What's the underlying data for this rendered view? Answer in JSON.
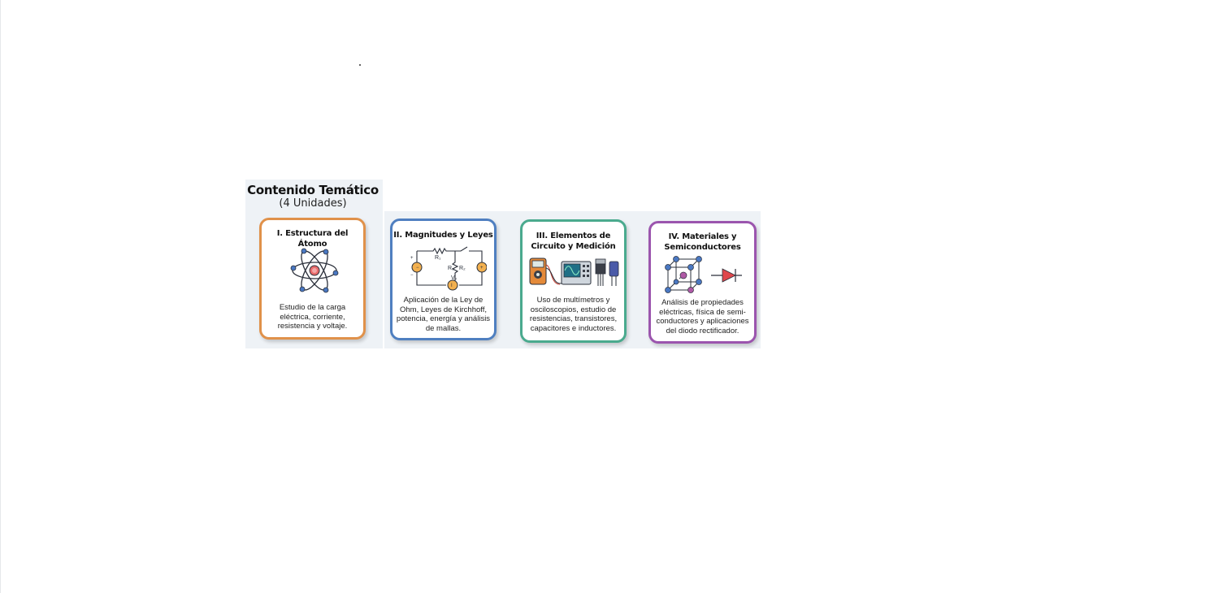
{
  "header": {
    "title": "Contenido Temático",
    "subtitle": "(4 Unidades)"
  },
  "units": [
    {
      "title": "I. Estructura del Átomo",
      "description": "Estudio de la carga eléctrica, corriente, resistencia y voltaje.",
      "icon": "atom-icon",
      "color": "#e0914a"
    },
    {
      "title": "II. Magnitudes y Leyes",
      "description": "Aplicación de la Ley de Ohm, Leyes de Kirchhoff, potencia, energía y análisis de mallas.",
      "icon": "circuit-diagram-icon",
      "color": "#4f7fc0",
      "labels": {
        "r1": "R₁",
        "r2": "R₂",
        "r3": "R₃",
        "v2": "V₂"
      }
    },
    {
      "title": "III. Elementos de Circuito y Medición",
      "description": "Uso de multímetros y osciloscopios, estudio de resistencias, transistores, capacitores e inductores.",
      "icon": "measurement-instruments-icon",
      "color": "#4aaa8e"
    },
    {
      "title": "IV. Materiales y Semiconductores",
      "description": "Análisis de propiedades eléctricas, física de semi-conductores y aplicaciones del diodo rectificador.",
      "icon": "crystal-lattice-diode-icon",
      "color": "#9b55ae"
    }
  ]
}
